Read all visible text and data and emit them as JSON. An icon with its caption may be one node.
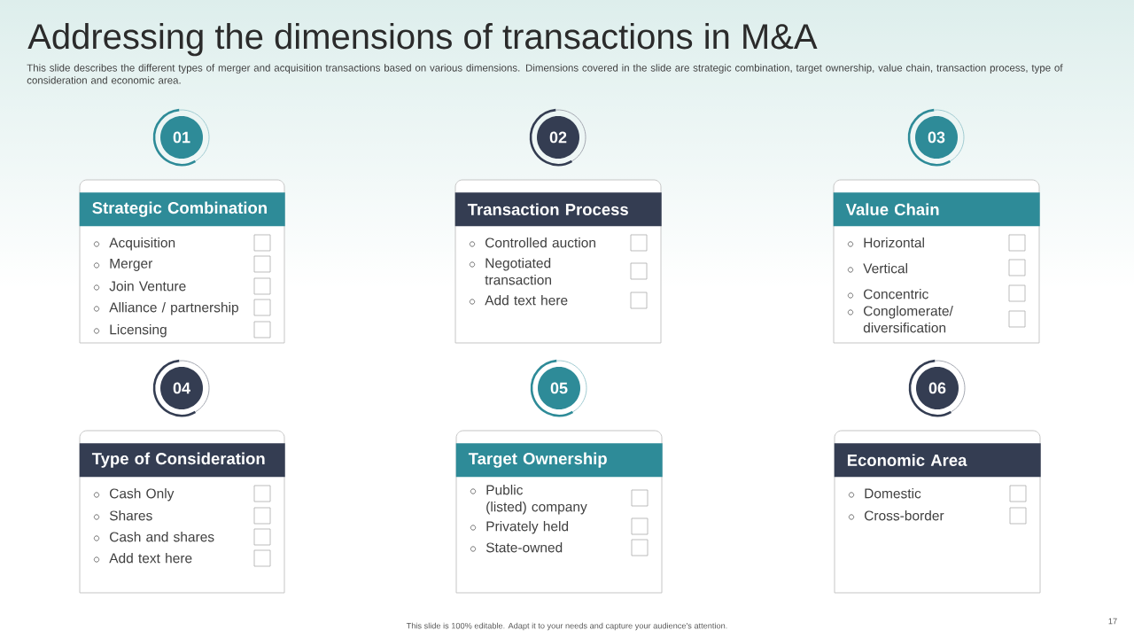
{
  "diagram": {
    "title": "Addressing the dimensions of transactions in M&A",
    "nodes": [
      {
        "text": [
          "01"
        ]
      },
      {
        "text": [
          "Strategic Combination",
          "Acquisition",
          "Merger",
          "Join Venture",
          "Alliance / partnership",
          "Licensing"
        ]
      },
      {
        "text": [
          "02"
        ]
      },
      {
        "text": [
          "Transaction Process",
          "Controlled auction",
          "Negotiated transaction",
          "Add text here"
        ]
      },
      {
        "text": [
          "03"
        ]
      },
      {
        "text": [
          "Value Chain",
          "Horizontal",
          "Vertical",
          "Concentric",
          "Conglomerate/ diversification"
        ]
      },
      {
        "text": [
          "04"
        ]
      },
      {
        "text": [
          "Type of Consideration",
          "Cash Only",
          "Shares",
          "Cash and shares",
          "Add text here"
        ]
      },
      {
        "text": [
          "05"
        ]
      },
      {
        "text": [
          "Target Ownership",
          "Public (listed) company",
          "Privately held",
          "State-owned"
        ]
      },
      {
        "text": [
          "06"
        ]
      },
      {
        "text": [
          "Economic Area",
          "Domestic",
          "Cross-border"
        ]
      }
    ],
    "labels": [
      "This slide describes the different types of merger and acquisition transactions based on various dimensions. Dimensions covered in the slide are strategic combination, target ownership, value chain, transaction process, type of consideration and economic area.",
      "This slide is 100% editable. Adapt it to your needs and capture your audience's attention.",
      "17"
    ]
  }
}
